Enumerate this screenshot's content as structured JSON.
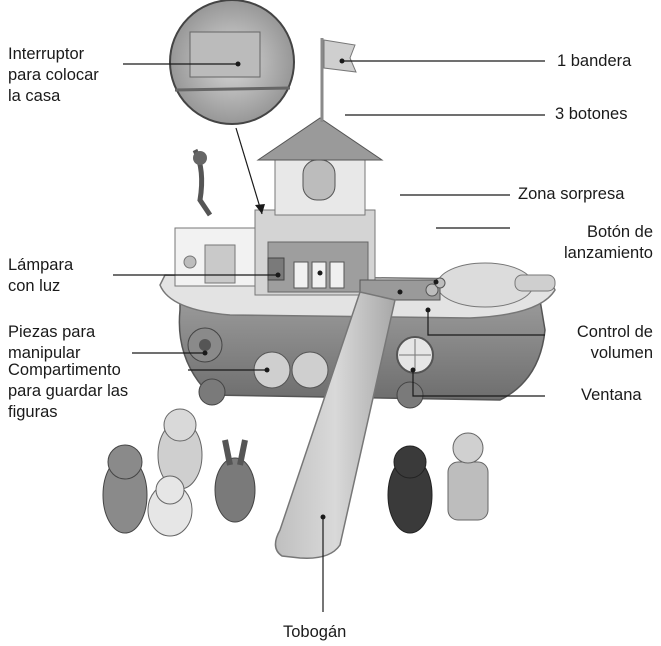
{
  "labels": {
    "interruptor": [
      "Interruptor",
      "para colocar",
      "la casa"
    ],
    "bandera": [
      "1 bandera"
    ],
    "botones": [
      "3 botones"
    ],
    "zona_sorpresa": [
      "Zona sorpresa"
    ],
    "boton_lanzamiento": [
      "Botón de",
      "lanzamiento"
    ],
    "lampara": [
      "Lámpara",
      "con luz"
    ],
    "piezas": [
      "Piezas para",
      "manipular"
    ],
    "control_volumen": [
      "Control de",
      "volumen"
    ],
    "compartimento": [
      "Compartimento",
      "para guardar las",
      "figuras"
    ],
    "ventana": [
      "Ventana"
    ],
    "tobogan": [
      "Tobogán"
    ]
  },
  "colors": {
    "text": "#1a1a1a",
    "toy_light": "#e6e6e6",
    "toy_mid": "#bdbdbd",
    "toy_dark": "#7a7a7a",
    "toy_darker": "#3a3a3a"
  }
}
